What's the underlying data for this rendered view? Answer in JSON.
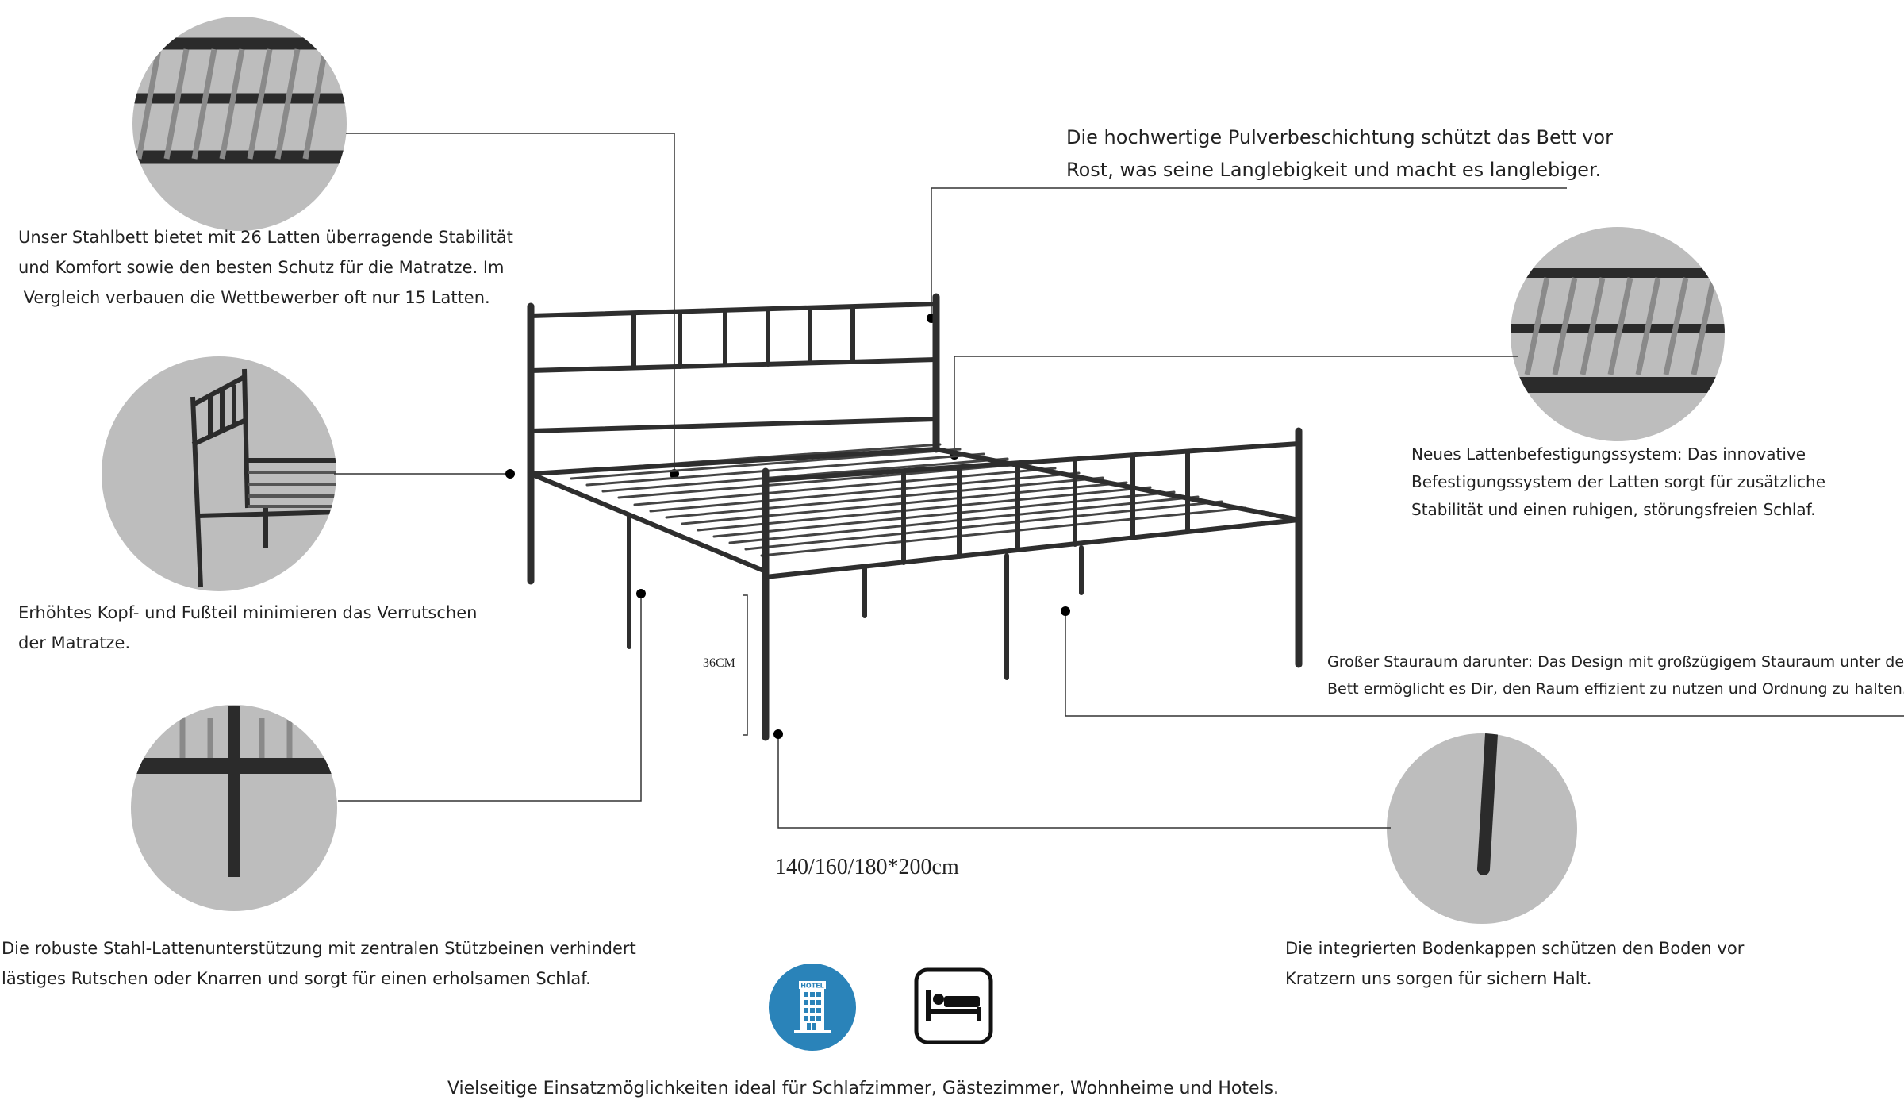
{
  "features": {
    "slats": {
      "lines": [
        "Unser Stahlbett bietet mit 26 Latten überragende Stabilität",
        "und Komfort sowie den besten Schutz für die Matratze. Im",
        " Vergleich verbauen die Wettbewerber oft nur 15 Latten."
      ]
    },
    "headboard": {
      "lines": [
        "Erhöhtes Kopf- und Fußteil minimieren das Verrutschen",
        "der Matratze."
      ]
    },
    "support": {
      "lines": [
        "Die robuste Stahl-Lattenunterstützung mit zentralen Stützbeinen verhindert",
        "lästiges Rutschen oder Knarren und sorgt für einen erholsamen Schlaf."
      ]
    },
    "coating": {
      "lines": [
        "Die hochwertige Pulverbeschichtung schützt das Bett vor",
        "Rost, was seine Langlebigkeit und macht es langlebiger."
      ]
    },
    "fixing": {
      "lines": [
        "Neues Lattenbefestigungssystem: Das innovative",
        "Befestigungssystem der Latten sorgt für zusätzliche",
        "Stabilität und einen ruhigen, störungsfreien Schlaf."
      ]
    },
    "storage": {
      "lines": [
        "Großer Stauraum darunter: Das Design mit großzügigem Stauraum unter dem",
        "Bett ermöglicht es Dir, den Raum effizient zu nutzen und Ordnung zu halten."
      ]
    },
    "caps": {
      "lines": [
        "Die integrierten Bodenkappen schützen den Boden vor",
        "Kratzern uns sorgen für sichern Halt."
      ]
    }
  },
  "dimensions": {
    "height": "36CM",
    "size": "140/160/180*200cm"
  },
  "icons": {
    "hotel": {
      "name": "hotel-icon",
      "label": "HOTEL",
      "color": "#2a83b9"
    },
    "bed": {
      "name": "bed-icon"
    }
  },
  "usage": "Vielseitige Einsatzmöglichkeiten ideal für Schlafzimmer, Gästezimmer, Wohnheime und Hotels."
}
